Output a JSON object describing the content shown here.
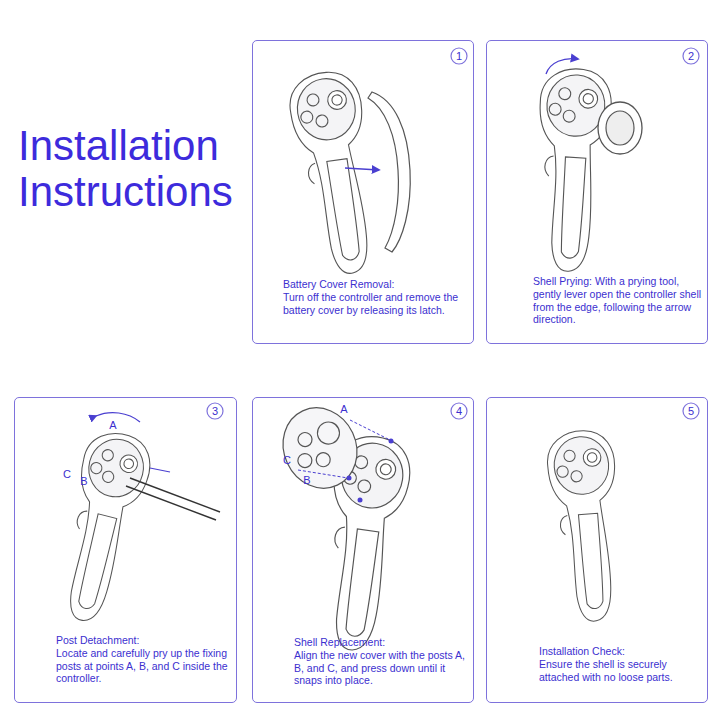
{
  "diagram": {
    "title": "Installation Instructions",
    "nodes": [
      {
        "text": [
          "Battery Cover Removal:",
          "Turn off the controller and remove the battery cover by releasing its latch."
        ]
      },
      {
        "text": [
          "1"
        ],
        "in": 0
      },
      {
        "text": [
          "Shell Prying:",
          "With a prying tool, gently lever open the controller shell from the edge, following the arrow direction."
        ]
      },
      {
        "text": [
          "2"
        ],
        "in": 2
      },
      {
        "text": [
          "Post Detachment:",
          "Locate and carefully pry up the fixing posts at points A, B, and C inside the controller."
        ]
      },
      {
        "text": [
          "3"
        ],
        "in": 4
      },
      {
        "text": [
          "Shell Replacement:",
          "Align the new cover with the posts A, B, and C, and press down until it snaps into place."
        ]
      },
      {
        "text": [
          "4"
        ],
        "in": 6
      },
      {
        "text": [
          "Installation Check:",
          "Ensure the shell is securely attached with no loose parts."
        ]
      },
      {
        "text": [
          "5"
        ],
        "in": 8
      }
    ],
    "labels": [
      "A",
      "C",
      "B",
      "A",
      "C",
      "B"
    ]
  }
}
